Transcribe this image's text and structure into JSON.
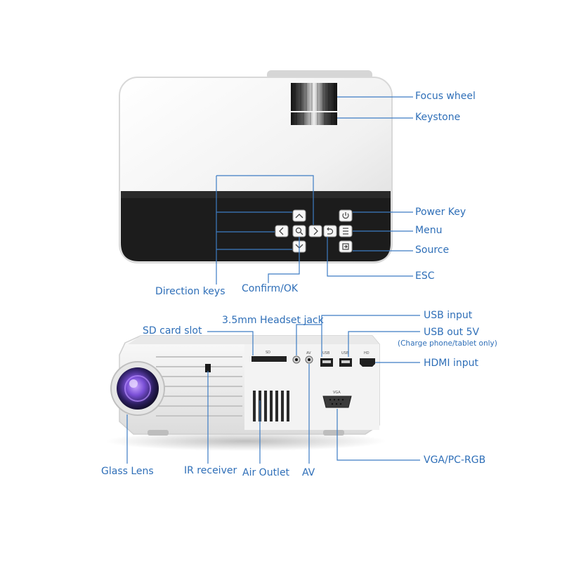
{
  "labels": {
    "focus_wheel": "Focus wheel",
    "keystone": "Keystone",
    "power_key": "Power Key",
    "menu": "Menu",
    "source": "Source",
    "esc": "ESC",
    "direction_keys": "Direction keys",
    "confirm_ok": "Confirm/OK",
    "headset_jack": "3.5mm Headset jack",
    "sd_card_slot": "SD card slot",
    "usb_input": "USB input",
    "usb_out": "USB out 5V",
    "usb_out_note": "(Charge phone/tablet only)",
    "hdmi_input": "HDMI input",
    "vga": "VGA/PC-RGB",
    "glass_lens": "Glass Lens",
    "ir_receiver": "IR receiver",
    "air_outlet": "Air Outlet",
    "av": "AV"
  },
  "port_marks": {
    "sd": "SD",
    "av": "AV",
    "usb1": "USB",
    "usb2": "USB",
    "hdmi": "HD",
    "vga": "VGA"
  },
  "colors": {
    "accent": "#2f6fb8",
    "callout_line": "#3d7cc4",
    "device_white": "#f4f4f4",
    "panel_black": "#1c1c1c"
  }
}
